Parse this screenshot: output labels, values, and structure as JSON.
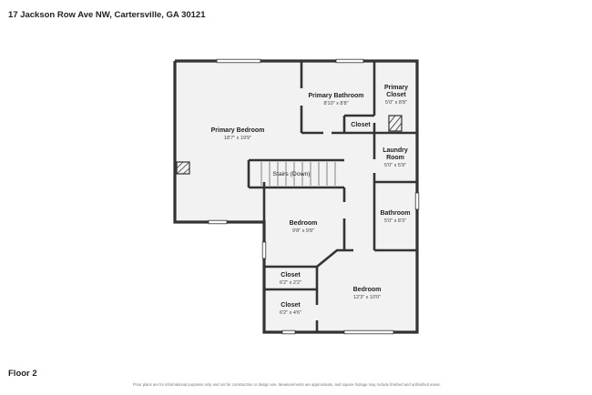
{
  "address": "17 Jackson Row Ave NW, Cartersville, GA 30121",
  "floor_label": "Floor 2",
  "disclaimer": "Floor plans are for informational purposes only and not for construction or design use. Measurements are approximate, and square footage may include finished and unfinished areas.",
  "rooms": {
    "primary_bedroom": {
      "name": "Primary Bedroom",
      "dims": "18'7\" x 19'9\""
    },
    "primary_bathroom": {
      "name": "Primary Bathroom",
      "dims": "8'10\" x 8'8\""
    },
    "primary_closet": {
      "name_line1": "Primary",
      "name_line2": "Closet",
      "dims": "5'0\" x 8'8\""
    },
    "hall_closet": {
      "name": "Closet"
    },
    "laundry_room": {
      "name_line1": "Laundry",
      "name_line2": "Room",
      "dims": "5'0\" x 5'9\""
    },
    "stairs": {
      "name": "Stairs (Down)"
    },
    "bedroom_1": {
      "name": "Bedroom",
      "dims": "9'8\" x 9'8\""
    },
    "bathroom": {
      "name": "Bathroom",
      "dims": "5'0\" x 8'3\""
    },
    "closet_small": {
      "name": "Closet",
      "dims": "6'2\" x 2'2\""
    },
    "closet_medium": {
      "name": "Closet",
      "dims": "6'2\" x 4'6\""
    },
    "bedroom_2": {
      "name": "Bedroom",
      "dims": "12'3\" x 10'0\""
    }
  }
}
